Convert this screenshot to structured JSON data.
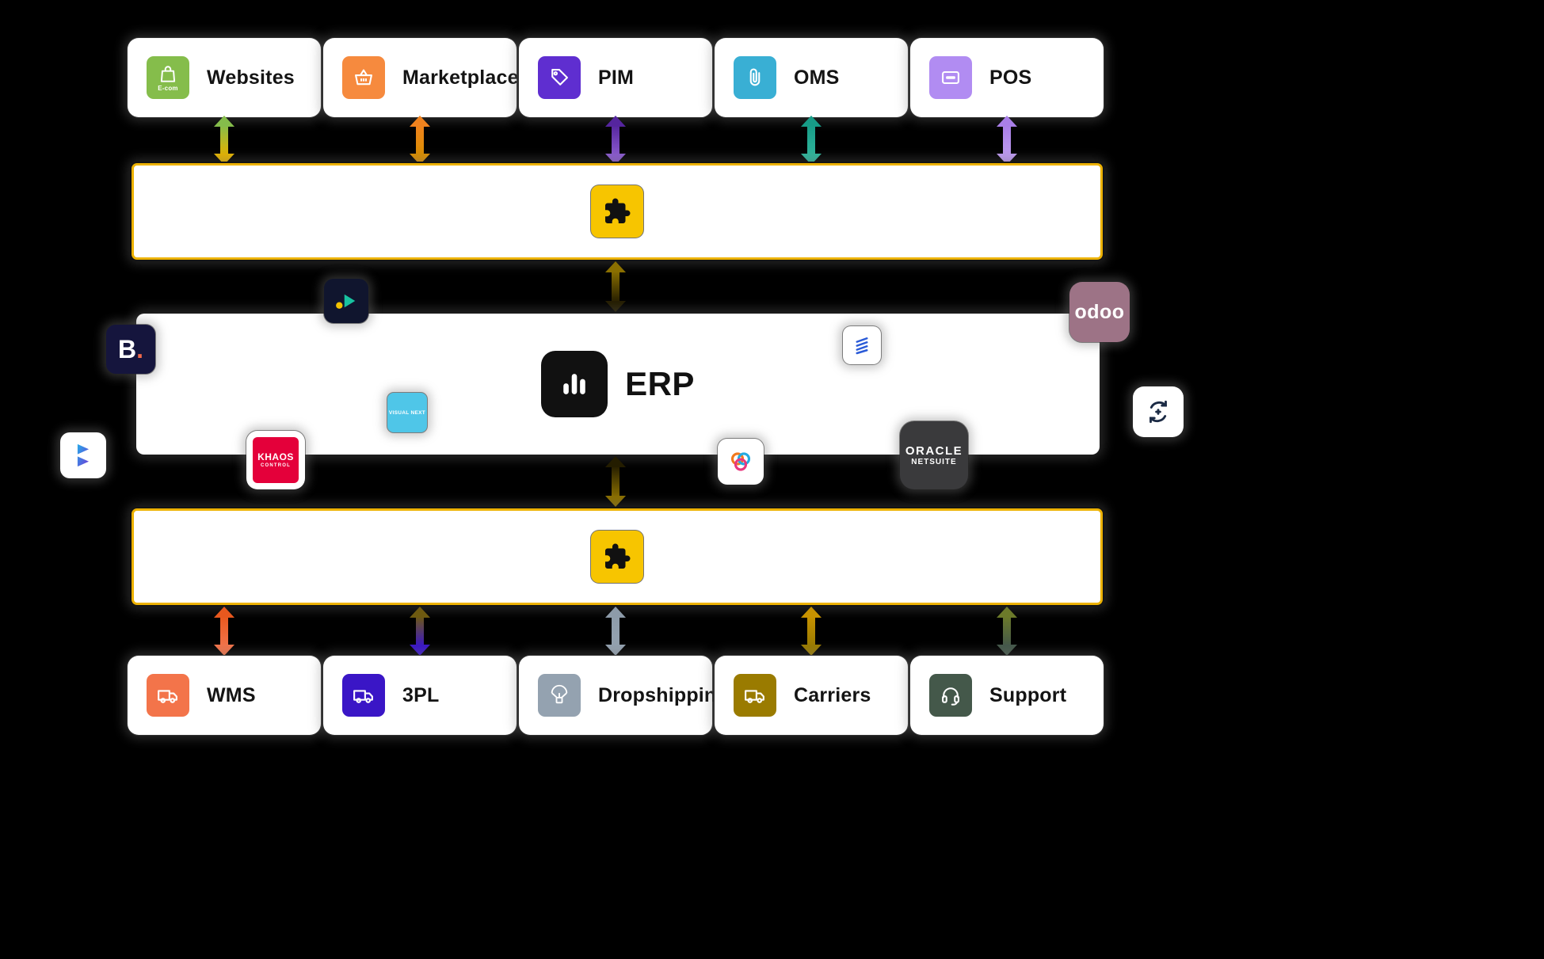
{
  "top_row": {
    "cards": [
      {
        "label": "Websites",
        "icon": "ecommerce-bag",
        "icon_caption": "E-com",
        "icon_bg": "#85BD4B",
        "arrow_colors": [
          "#85BD4B",
          "#E5B400"
        ]
      },
      {
        "label": "Marketplaces",
        "icon": "shopping-basket",
        "icon_bg": "#F68A3E",
        "arrow_colors": [
          "#F0821E",
          "#DA8E00"
        ]
      },
      {
        "label": "PIM",
        "icon": "price-tag",
        "icon_bg": "#5F2ED0",
        "arrow_colors": [
          "#55259E",
          "#8A5ACF"
        ]
      },
      {
        "label": "OMS",
        "icon": "paperclip",
        "icon_bg": "#39AFD4",
        "arrow_colors": [
          "#179C87",
          "#2FB49B"
        ]
      },
      {
        "label": "POS",
        "icon": "card-terminal",
        "icon_bg": "#B18CF2",
        "arrow_colors": [
          "#A97FE8",
          "#BE9BF0"
        ]
      }
    ]
  },
  "bottom_row": {
    "cards": [
      {
        "label": "WMS",
        "icon": "delivery-truck",
        "icon_bg": "#F3744A",
        "arrow_colors": [
          "#E8581E",
          "#F3744A"
        ]
      },
      {
        "label": "3PL",
        "icon": "delivery-truck",
        "icon_bg": "#3A16C6",
        "arrow_colors": [
          "#6E5A10",
          "#3A16C6"
        ]
      },
      {
        "label": "Dropshipping",
        "icon": "parachute-box",
        "icon_bg": "#94A2B0",
        "arrow_colors": [
          "#8D9BA9",
          "#94A2B0"
        ]
      },
      {
        "label": "Carriers",
        "icon": "delivery-truck",
        "icon_bg": "#9A7B00",
        "arrow_colors": [
          "#C79200",
          "#9A7B00"
        ]
      },
      {
        "label": "Support",
        "icon": "headset",
        "icon_bg": "#44584A",
        "arrow_colors": [
          "#6C7A2A",
          "#44584A"
        ]
      }
    ]
  },
  "hub": {
    "border_color": "#EDB200",
    "puzzle_bg": "#F7C500",
    "puzzle_glyph_color": "#111111"
  },
  "erp": {
    "label": "ERP",
    "icon_bg": "#111111"
  },
  "logos": {
    "bigcommerce_letter": "B",
    "bigcommerce_dot": ".",
    "odoo": "odoo",
    "khaos_line1": "KHAOS",
    "khaos_line2": "CONTROL",
    "visual_next": "VISUAL NEXT",
    "netsuite_line1": "ORACLE",
    "netsuite_line2": "NETSUITE"
  }
}
